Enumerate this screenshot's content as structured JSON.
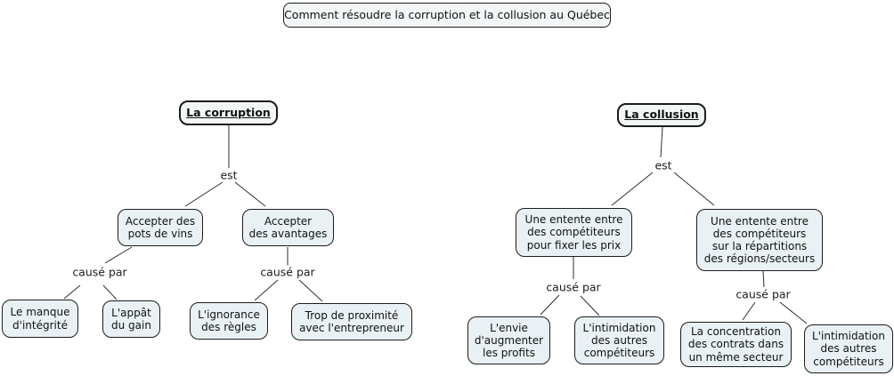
{
  "title": "Comment résoudre la corruption et la collusion au Québec",
  "colors": {
    "node_fill": "#eaf1f4",
    "root_fill": "#f2f6f7",
    "border": "#1c1c1c",
    "line": "#2e2e2e",
    "background": "#ffffff"
  },
  "corruption_tree": {
    "root": "La corruption",
    "link_est": "est",
    "link_cause_1": "causé par",
    "link_cause_2": "causé par",
    "nodes": {
      "pots": "Accepter des\npots de vins",
      "avantages": "Accepter\ndes avantages",
      "manque": "Le manque\nd'intégrité",
      "appat": "L'appât\ndu gain",
      "ignorance": "L'ignorance\ndes règles",
      "proximite": "Trop de proximité\navec l'entrepreneur"
    }
  },
  "collusion_tree": {
    "root": "La collusion",
    "link_est": "est",
    "link_cause_1": "causé par",
    "link_cause_2": "causé par",
    "nodes": {
      "prix": "Une entente entre\ndes compétiteurs\npour fixer les prix",
      "regions": "Une entente entre\ndes compétiteurs\nsur la répartitions\ndes régions/secteurs",
      "envie": "L'envie\nd'augmenter\nles profits",
      "intimidation1": "L'intimidation\ndes autres\ncompétiteurs",
      "concentration": "La concentration\ndes contrats dans\nun même secteur",
      "intimidation2": "L'intimidation\ndes autres\ncompétiteurs"
    }
  }
}
